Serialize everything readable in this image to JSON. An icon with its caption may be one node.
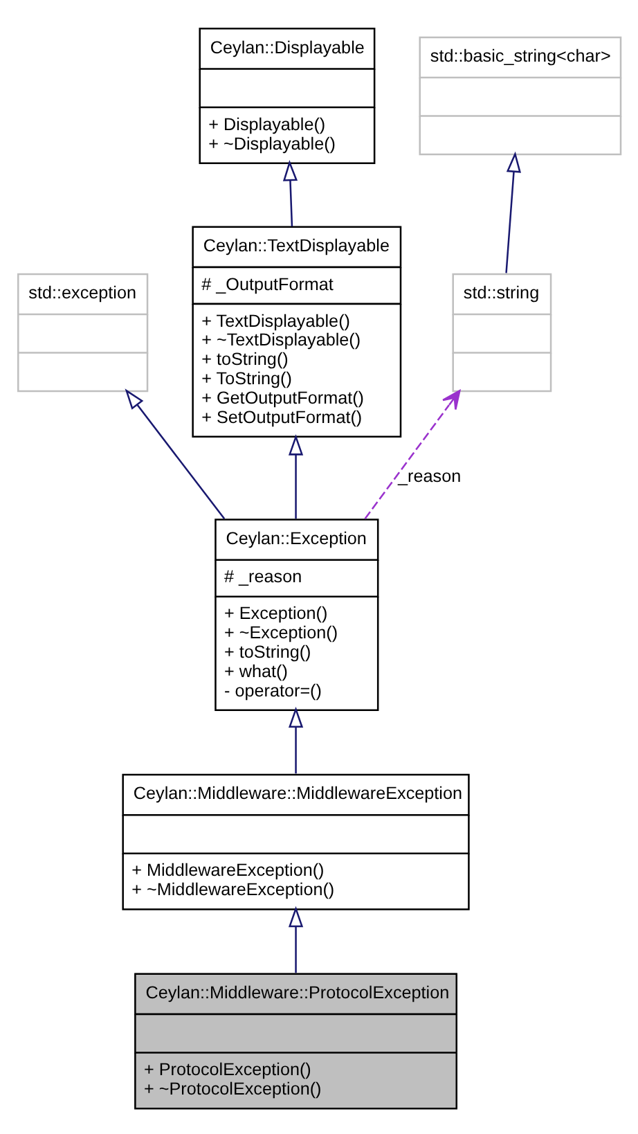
{
  "diagram": {
    "nodes": [
      {
        "text": [
          "Ceylan::Displayable",
          "+ Displayable()",
          "+ ~Displayable()"
        ]
      },
      {
        "text": [
          "std::basic_string<char>"
        ]
      },
      {
        "text": [
          "std::exception"
        ]
      },
      {
        "text": [
          "Ceylan::TextDisplayable",
          "# _OutputFormat",
          "+ TextDisplayable()",
          "+ ~TextDisplayable()",
          "+ toString()",
          "+ ToString()",
          "+ GetOutputFormat()",
          "+ SetOutputFormat()"
        ]
      },
      {
        "text": [
          "std::string"
        ]
      },
      {
        "text": [
          "Ceylan::Exception",
          "# _reason",
          "+ Exception()",
          "+ ~Exception()",
          "+ toString()",
          "+ what()",
          "- operator=()"
        ]
      },
      {
        "text": [
          "Ceylan::Middleware::MiddlewareException",
          "+ MiddlewareException()",
          "+ ~MiddlewareException()"
        ]
      },
      {
        "text": [
          "Ceylan::Middleware::ProtocolException",
          "+ ProtocolException()",
          "+ ~ProtocolException()"
        ]
      }
    ],
    "edges": [
      {
        "from": 3,
        "to": 0,
        "arrow": "to"
      },
      {
        "from": 4,
        "to": 1,
        "arrow": "to"
      },
      {
        "from": 5,
        "to": 2,
        "arrow": "to"
      },
      {
        "from": 5,
        "to": 3,
        "arrow": "to"
      },
      {
        "from": 5,
        "to": 4,
        "arrow": "to",
        "label": "_reason",
        "style": "dashed",
        "color": "#9a32cd"
      },
      {
        "from": 6,
        "to": 5,
        "arrow": "to"
      },
      {
        "from": 7,
        "to": 6,
        "arrow": "to"
      }
    ]
  }
}
